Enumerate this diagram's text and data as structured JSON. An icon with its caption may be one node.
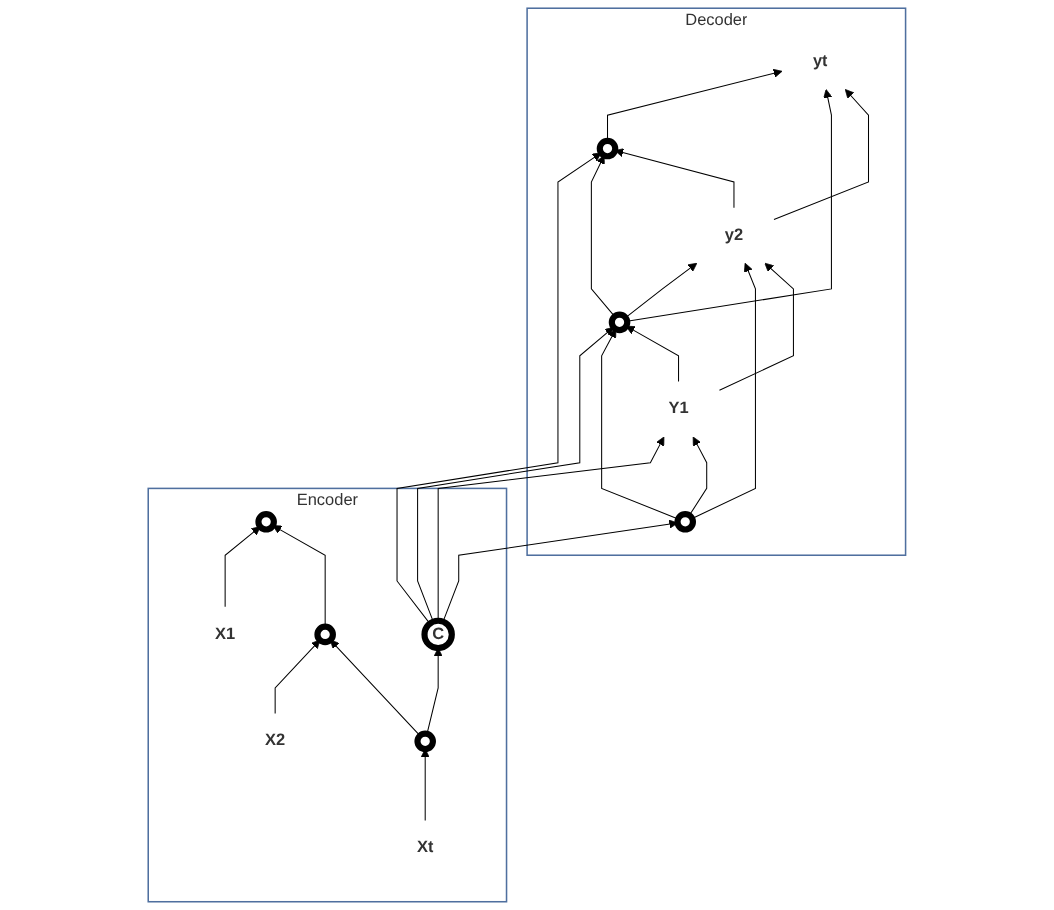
{
  "diagram": {
    "nodes": [
      {
        "text": [
          "Decoder"
        ]
      },
      {
        "text": [
          "Y1"
        ],
        "in": 0
      },
      {
        "text": [
          "y2"
        ],
        "in": 0
      },
      {
        "text": [
          "yt"
        ],
        "in": 0
      },
      {
        "text": [],
        "shape": "circle",
        "in": 0
      },
      {
        "text": [],
        "shape": "circle",
        "in": 0
      },
      {
        "text": [],
        "shape": "circle",
        "in": 0
      },
      {
        "text": [
          "Encoder"
        ]
      },
      {
        "text": [
          "C"
        ],
        "in": 7
      },
      {
        "text": [],
        "shape": "circle",
        "in": 7
      },
      {
        "text": [],
        "shape": "circle",
        "in": 7
      },
      {
        "text": [],
        "shape": "circle",
        "in": 7
      },
      {
        "text": [
          "Xt"
        ],
        "in": 7
      },
      {
        "text": [
          "X2"
        ],
        "in": 7
      },
      {
        "text": [
          "X1"
        ],
        "in": 7
      }
    ],
    "edges": [
      {
        "from": 12,
        "to": 9,
        "arrow": "to"
      },
      {
        "from": 13,
        "to": 10,
        "arrow": "to"
      },
      {
        "from": 14,
        "to": 11,
        "arrow": "to"
      },
      {
        "from": 9,
        "to": 10,
        "arrow": "to"
      },
      {
        "from": 10,
        "to": 11,
        "arrow": "to"
      },
      {
        "from": 9,
        "to": 8,
        "arrow": "to"
      },
      {
        "from": 8,
        "to": 1,
        "arrow": "to"
      },
      {
        "from": 8,
        "to": 4,
        "arrow": "to"
      },
      {
        "from": 8,
        "to": 5,
        "arrow": "to"
      },
      {
        "from": 8,
        "to": 6,
        "arrow": "to"
      },
      {
        "from": 4,
        "to": 5,
        "arrow": "to"
      },
      {
        "from": 5,
        "to": 6,
        "arrow": "to"
      },
      {
        "from": 4,
        "to": 1,
        "arrow": "to"
      },
      {
        "from": 5,
        "to": 2,
        "arrow": "to"
      },
      {
        "from": 6,
        "to": 3,
        "arrow": "to"
      },
      {
        "from": 4,
        "to": 2,
        "arrow": "to"
      },
      {
        "from": 5,
        "to": 3,
        "arrow": "to"
      },
      {
        "from": 1,
        "to": 5,
        "arrow": "to"
      },
      {
        "from": 2,
        "to": 6,
        "arrow": "to"
      },
      {
        "from": 1,
        "to": 2,
        "arrow": "to"
      },
      {
        "from": 2,
        "to": 3,
        "arrow": "to"
      }
    ]
  }
}
